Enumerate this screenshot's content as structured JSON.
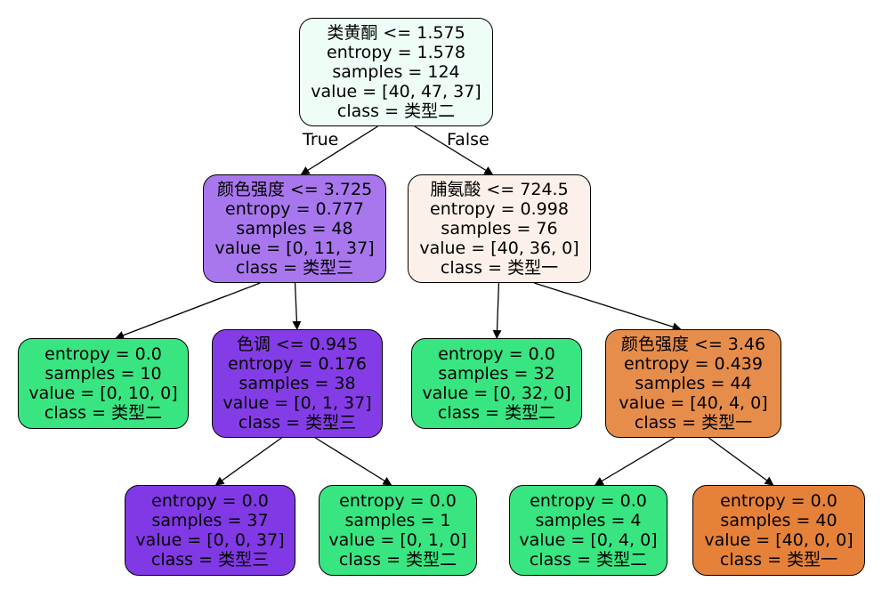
{
  "tree": {
    "nodes": [
      {
        "id": "n0",
        "fill": "#eefdf5",
        "lines": [
          "类黄酮 <= 1.575",
          "entropy = 1.578",
          "samples = 124",
          "value = [40, 47, 37]",
          "class = 类型二"
        ]
      },
      {
        "id": "n1",
        "fill": "#a877ee",
        "lines": [
          "颜色强度 <= 3.725",
          "entropy = 0.777",
          "samples = 48",
          "value = [0, 11, 37]",
          "class = 类型三"
        ]
      },
      {
        "id": "n2",
        "fill": "#fcf1ea",
        "lines": [
          "脯氨酸 <= 724.5",
          "entropy = 0.998",
          "samples = 76",
          "value = [40, 36, 0]",
          "class = 类型一"
        ]
      },
      {
        "id": "n3",
        "fill": "#39e581",
        "lines": [
          "entropy = 0.0",
          "samples = 10",
          "value = [0, 10, 0]",
          "class = 类型二"
        ]
      },
      {
        "id": "n4",
        "fill": "#843de6",
        "lines": [
          "色调 <= 0.945",
          "entropy = 0.176",
          "samples = 38",
          "value = [0, 1, 37]",
          "class = 类型三"
        ]
      },
      {
        "id": "n5",
        "fill": "#39e581",
        "lines": [
          "entropy = 0.0",
          "samples = 32",
          "value = [0, 32, 0]",
          "class = 类型二"
        ]
      },
      {
        "id": "n6",
        "fill": "#e78d4b",
        "lines": [
          "颜色强度 <= 3.46",
          "entropy = 0.439",
          "samples = 44",
          "value = [40, 4, 0]",
          "class = 类型一"
        ]
      },
      {
        "id": "n7",
        "fill": "#8139e5",
        "lines": [
          "entropy = 0.0",
          "samples = 37",
          "value = [0, 0, 37]",
          "class = 类型三"
        ]
      },
      {
        "id": "n8",
        "fill": "#39e581",
        "lines": [
          "entropy = 0.0",
          "samples = 1",
          "value = [0, 1, 0]",
          "class = 类型二"
        ]
      },
      {
        "id": "n9",
        "fill": "#39e581",
        "lines": [
          "entropy = 0.0",
          "samples = 4",
          "value = [0, 4, 0]",
          "class = 类型二"
        ]
      },
      {
        "id": "n10",
        "fill": "#e58139",
        "lines": [
          "entropy = 0.0",
          "samples = 40",
          "value = [40, 0, 0]",
          "class = 类型一"
        ]
      }
    ],
    "edges": [
      {
        "from": "n0",
        "to": "n1",
        "label": "True"
      },
      {
        "from": "n0",
        "to": "n2",
        "label": "False"
      },
      {
        "from": "n1",
        "to": "n3"
      },
      {
        "from": "n1",
        "to": "n4"
      },
      {
        "from": "n2",
        "to": "n5"
      },
      {
        "from": "n2",
        "to": "n6"
      },
      {
        "from": "n4",
        "to": "n7"
      },
      {
        "from": "n4",
        "to": "n8"
      },
      {
        "from": "n6",
        "to": "n9"
      },
      {
        "from": "n6",
        "to": "n10"
      }
    ]
  }
}
